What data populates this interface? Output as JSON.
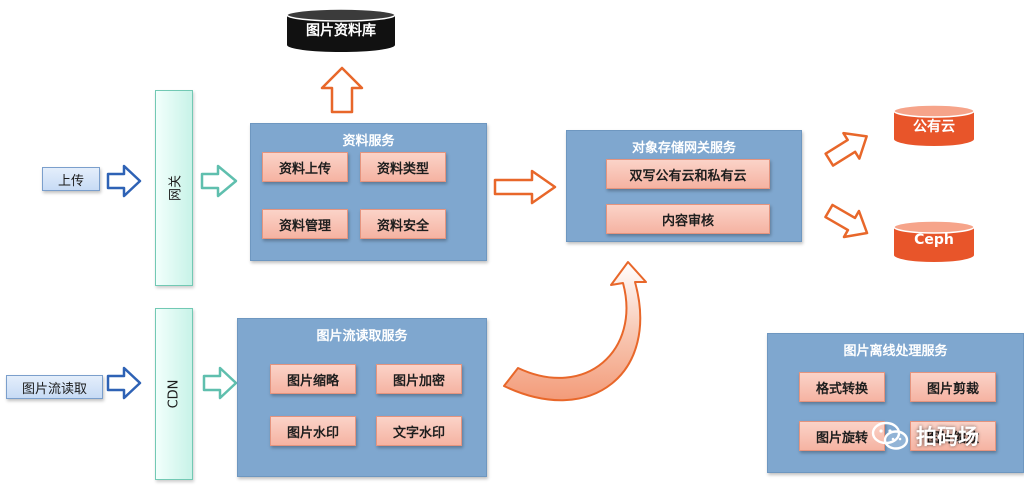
{
  "nodes": {
    "image_library": "图片资料库",
    "upload": "上传",
    "gateway": "网关",
    "image_stream_read": "图片流读取",
    "cdn": "CDN",
    "material_service": {
      "title": "资料服务",
      "items": [
        "资料上传",
        "资料类型",
        "资料管理",
        "资料安全"
      ]
    },
    "image_read_service": {
      "title": "图片流读取服务",
      "items": [
        "图片缩略",
        "图片加密",
        "图片水印",
        "文字水印"
      ]
    },
    "storage_gateway": {
      "title": "对象存储网关服务",
      "items": [
        "双写公有云和私有云",
        "内容审核"
      ]
    },
    "public_cloud": "公有云",
    "ceph": "Ceph",
    "offline_service": {
      "title": "图片离线处理服务",
      "items": [
        "格式转换",
        "图片剪裁",
        "图片旋转",
        "图片缩放"
      ]
    }
  },
  "watermark": "拍码场",
  "colors": {
    "panel_fill": "#7fa7cf",
    "item_fill": "#f7c2b4",
    "accent_orange": "#e8672a",
    "arrow_blue": "#2e62b5",
    "arrow_teal": "#5fbfae",
    "input_fill": "#d6e5f8",
    "bar_fill": "#dbf7f0",
    "cylinder_dark": "#111111",
    "cylinder_orange": "#e8552a"
  },
  "icons": [
    "wechat-icon"
  ]
}
